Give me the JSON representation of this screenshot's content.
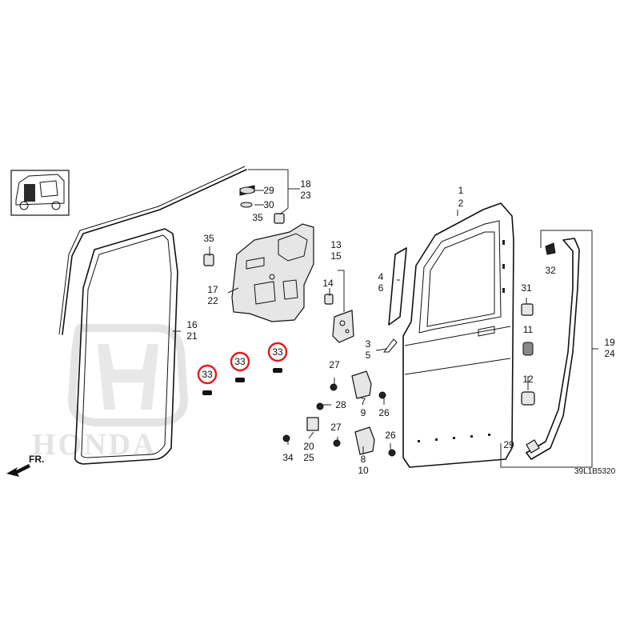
{
  "diagram": {
    "reference_code": "39L1B5320",
    "direction_label": "FR.",
    "watermark_brand": "HONDA",
    "highlight_color": "#e31b1b",
    "callouts": [
      {
        "id": "c1",
        "text": "1"
      },
      {
        "id": "c2",
        "text": "2"
      },
      {
        "id": "c3",
        "text": "3"
      },
      {
        "id": "c4",
        "text": "4"
      },
      {
        "id": "c5",
        "text": "5"
      },
      {
        "id": "c6",
        "text": "6"
      },
      {
        "id": "c7",
        "text": "7"
      },
      {
        "id": "c8",
        "text": "8"
      },
      {
        "id": "c9",
        "text": "9"
      },
      {
        "id": "c10",
        "text": "10"
      },
      {
        "id": "c11",
        "text": "11"
      },
      {
        "id": "c12",
        "text": "12"
      },
      {
        "id": "c13",
        "text": "13"
      },
      {
        "id": "c14",
        "text": "14"
      },
      {
        "id": "c15",
        "text": "15"
      },
      {
        "id": "c16",
        "text": "16"
      },
      {
        "id": "c17",
        "text": "17"
      },
      {
        "id": "c18",
        "text": "18"
      },
      {
        "id": "c19",
        "text": "19"
      },
      {
        "id": "c20",
        "text": "20"
      },
      {
        "id": "c21",
        "text": "21"
      },
      {
        "id": "c22",
        "text": "22"
      },
      {
        "id": "c23",
        "text": "23"
      },
      {
        "id": "c24",
        "text": "24"
      },
      {
        "id": "c25",
        "text": "25"
      },
      {
        "id": "c26a",
        "text": "26"
      },
      {
        "id": "c26b",
        "text": "26"
      },
      {
        "id": "c27a",
        "text": "27"
      },
      {
        "id": "c27b",
        "text": "27"
      },
      {
        "id": "c28",
        "text": "28"
      },
      {
        "id": "c29a",
        "text": "29"
      },
      {
        "id": "c29b",
        "text": "29"
      },
      {
        "id": "c30",
        "text": "30"
      },
      {
        "id": "c31",
        "text": "31"
      },
      {
        "id": "c32",
        "text": "32"
      },
      {
        "id": "c34",
        "text": "34"
      },
      {
        "id": "c35a",
        "text": "35"
      },
      {
        "id": "c35b",
        "text": "35"
      }
    ],
    "highlighted_callouts": [
      {
        "id": "h33a",
        "text": "33"
      },
      {
        "id": "h33b",
        "text": "33"
      },
      {
        "id": "h33c",
        "text": "33"
      }
    ]
  }
}
